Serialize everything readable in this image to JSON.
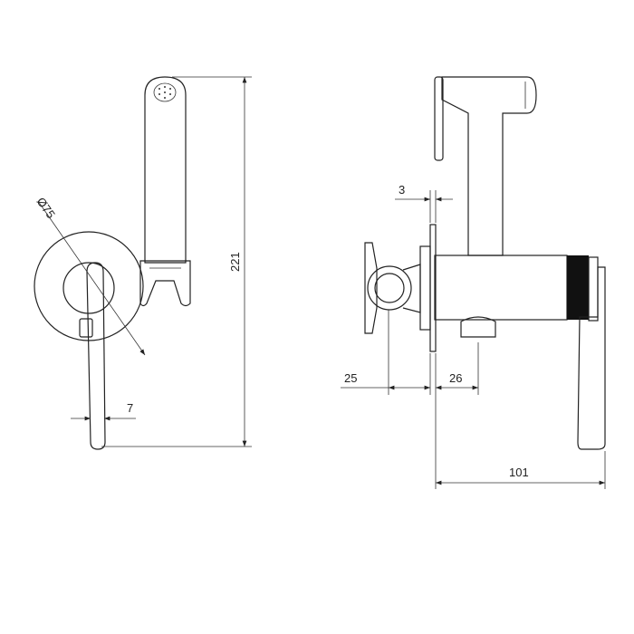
{
  "dimensions": {
    "diameter": "Ø75",
    "height": "221",
    "lever_width": "7",
    "plate_thickness": "3",
    "connector_offset": "25",
    "outlet_offset": "26",
    "depth": "101"
  },
  "colors": {
    "line": "#222222",
    "thread": "#111111"
  }
}
